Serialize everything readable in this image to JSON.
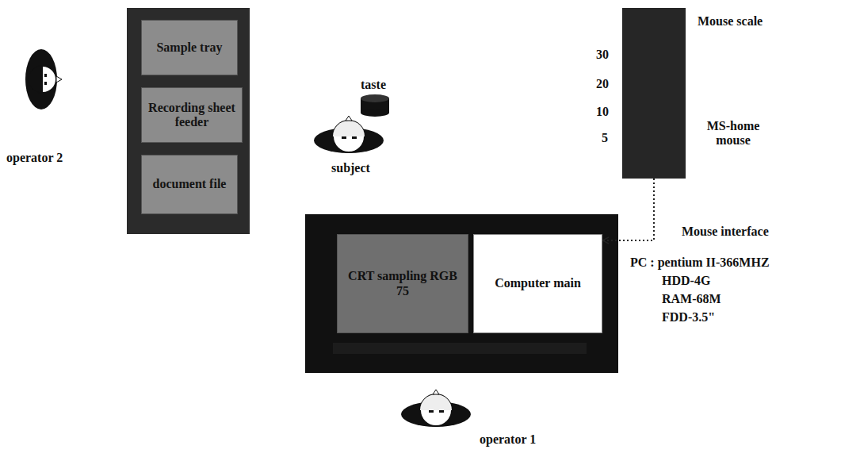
{
  "diagram": {
    "nodes": [
      {
        "text": [
          "Sample tray"
        ]
      },
      {
        "text": [
          "Recording sheet feeder"
        ]
      },
      {
        "text": [
          "document file"
        ]
      },
      {
        "text": [
          "CRT sampling RGB 75"
        ]
      },
      {
        "text": [
          "Computer main"
        ]
      },
      {
        "text": [
          "Mouse scale"
        ]
      }
    ],
    "edges": [
      {
        "from": 5,
        "to": 4,
        "arrow": "to"
      }
    ],
    "labels": [
      "operator 2",
      "taste",
      "subject",
      "30",
      "20",
      "10",
      "5",
      "MS-home mouse",
      "Mouse interface",
      "PC : pentium II-366MHZ",
      "HDD-4G",
      "RAM-68M",
      "FDD-3.5\"",
      "operator 1"
    ]
  }
}
